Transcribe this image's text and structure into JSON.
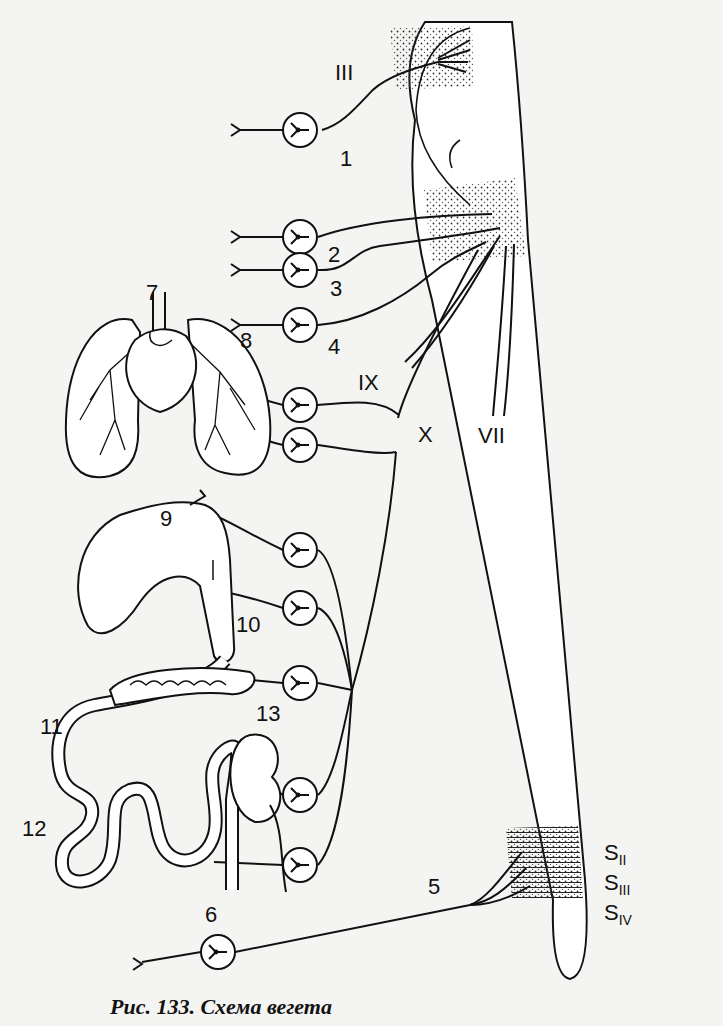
{
  "diagram": {
    "caption": "Рис. 133. Схема вегета",
    "labels": [
      "III",
      "1",
      "2",
      "3",
      "4",
      "IX",
      "X",
      "VII",
      "7",
      "8",
      "9",
      "10",
      "11",
      "12",
      "13",
      "5",
      "6",
      "SII",
      "SIII",
      "SIV"
    ]
  }
}
